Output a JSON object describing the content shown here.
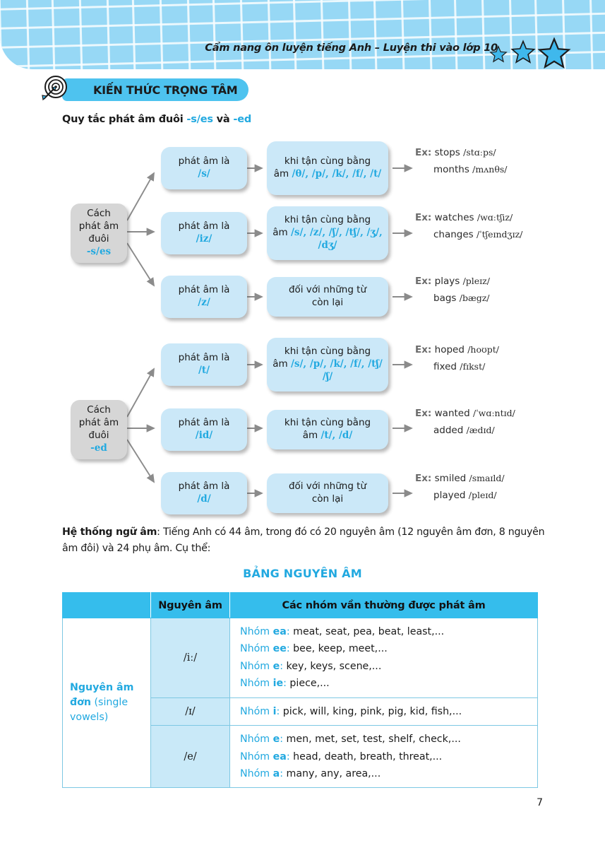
{
  "header": {
    "title": "Cẩm nang ôn luyện tiếng Anh – Luyện thi vào lớp 10",
    "stars_count": 3,
    "band_color": "#97d8f5"
  },
  "badge": {
    "label": "KIẾN THỨC TRỌNG TÂM",
    "icon": "target-arrow-icon",
    "color": "#4ec3ef"
  },
  "heading": {
    "part1": "Quy tắc phát âm đuôi ",
    "highlight1": "-s/es",
    "part2": " và ",
    "highlight2": "-ed"
  },
  "accent_color": "#22a9e0",
  "diagram_s_es": {
    "root": {
      "line1": "Cách",
      "line2": "phát âm",
      "line3": "đuôi",
      "tag": "-s/es"
    },
    "branches": [
      {
        "mid_label": "phát âm là",
        "mid_ipa": "/s/",
        "cond_label": "khi tận cùng bằng",
        "cond_prefix": "âm ",
        "cond_ipa": "/θ/, /p/, /k/, /f/, /t/",
        "examples": [
          {
            "word": "stops",
            "phonetic": "/stɑːps/"
          },
          {
            "word": "months",
            "phonetic": "/mʌnθs/"
          }
        ]
      },
      {
        "mid_label": "phát âm là",
        "mid_ipa": "/iz/",
        "cond_label": "khi tận cùng bằng",
        "cond_prefix": "âm ",
        "cond_ipa": "/s/, /z/, /ʃ/, /tʃ/, /ʒ/, /dʒ/",
        "examples": [
          {
            "word": "watches",
            "phonetic": "/wɑːtʃiz/"
          },
          {
            "word": "changes",
            "phonetic": "/ˈtʃeɪndʒɪz/"
          }
        ]
      },
      {
        "mid_label": "phát âm là",
        "mid_ipa": "/z/",
        "cond_label": "đối với những từ",
        "cond_label2": "còn lại",
        "examples": [
          {
            "word": "plays",
            "phonetic": "/pleɪz/"
          },
          {
            "word": "bags",
            "phonetic": "/bægz/"
          }
        ]
      }
    ]
  },
  "diagram_ed": {
    "root": {
      "line1": "Cách",
      "line2": "phát âm",
      "line3": "đuôi",
      "tag": "-ed"
    },
    "branches": [
      {
        "mid_label": "phát âm là",
        "mid_ipa": "/t/",
        "cond_label": "khi tận cùng bằng",
        "cond_prefix": "âm ",
        "cond_ipa": "/s/, /p/, /k/, /f/, /tʃ/ /ʃ/",
        "examples": [
          {
            "word": "hoped",
            "phonetic": "/hoʊpt/"
          },
          {
            "word": "fixed",
            "phonetic": "/fɪkst/"
          }
        ]
      },
      {
        "mid_label": "phát âm là",
        "mid_ipa": "/id/",
        "cond_label": "khi tận cùng bằng",
        "cond_prefix": "âm ",
        "cond_ipa": "/t/, /d/",
        "examples": [
          {
            "word": "wanted",
            "phonetic": "/ˈwɑːntɪd/"
          },
          {
            "word": "added",
            "phonetic": "/ædɪd/"
          }
        ]
      },
      {
        "mid_label": "phát âm là",
        "mid_ipa": "/d/",
        "cond_label": "đối với những từ",
        "cond_label2": "còn lại",
        "examples": [
          {
            "word": "smiled",
            "phonetic": "/smaɪld/"
          },
          {
            "word": "played",
            "phonetic": "/pleɪd/"
          }
        ]
      }
    ]
  },
  "example_prefix": "Ex:",
  "paragraph": {
    "bold_lead": "Hệ thống ngữ âm",
    "rest": ": Tiếng Anh có 44 âm, trong đó có 20 nguyên âm (12 nguyên âm đơn, 8 nguyên âm đôi) và 24 phụ âm. Cụ thể:"
  },
  "table_title": "BẢNG NGUYÊN ÂM",
  "table": {
    "headers": [
      "",
      "Nguyên âm",
      "Các nhóm vần thường được phát âm"
    ],
    "category": {
      "strong": "Nguyên âm đơn",
      "normal": " (single vowels)"
    },
    "rows": [
      {
        "symbol": "/iː/",
        "groups": [
          {
            "prefix": "Nhóm ",
            "letters": "ea",
            "sep": ": ",
            "words": "meat, seat, pea, beat, least,..."
          },
          {
            "prefix": "Nhóm ",
            "letters": "ee",
            "sep": ": ",
            "words": "bee, keep, meet,..."
          },
          {
            "prefix": "Nhóm ",
            "letters": "e",
            "sep": ": ",
            "words": "key, keys, scene,..."
          },
          {
            "prefix": "Nhóm ",
            "letters": "ie",
            "sep": ": ",
            "words": "piece,..."
          }
        ]
      },
      {
        "symbol": "/ɪ/",
        "groups": [
          {
            "prefix": "Nhóm ",
            "letters": "i",
            "sep": ": ",
            "words": "pick, will, king, pink, pig, kid, fish,..."
          }
        ]
      },
      {
        "symbol": "/e/",
        "groups": [
          {
            "prefix": "Nhóm ",
            "letters": "e",
            "sep": ": ",
            "words": "men, met, set, test, shelf, check,..."
          },
          {
            "prefix": "Nhóm ",
            "letters": "ea",
            "sep": ": ",
            "words": "head, death, breath, threat,..."
          },
          {
            "prefix": "Nhóm ",
            "letters": "a",
            "sep": ": ",
            "words": "many, any, area,..."
          }
        ]
      }
    ]
  },
  "page_number": "7"
}
